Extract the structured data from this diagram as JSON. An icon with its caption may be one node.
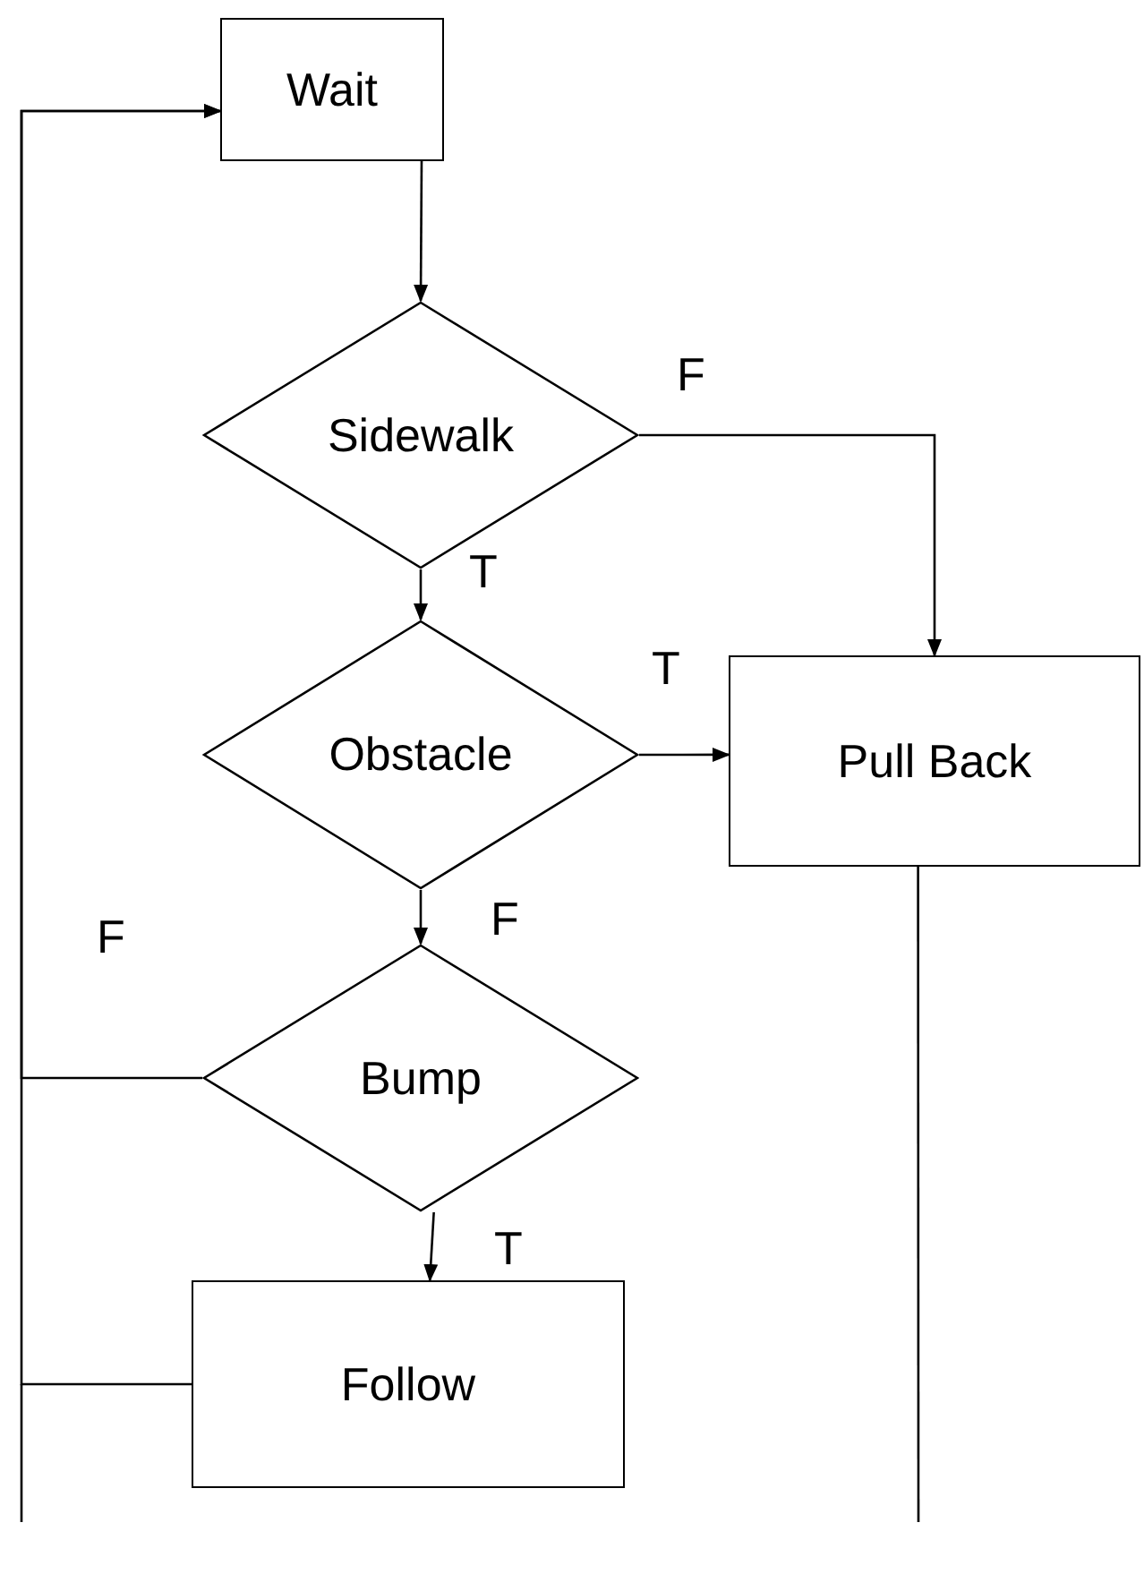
{
  "diagram": {
    "nodes": [
      {
        "text": [
          "Wait"
        ]
      },
      {
        "text": [
          "Sidewalk"
        ]
      },
      {
        "text": [
          "Obstacle"
        ]
      },
      {
        "text": [
          "Pull Back"
        ]
      },
      {
        "text": [
          "Bump"
        ]
      },
      {
        "text": [
          "Follow"
        ]
      }
    ],
    "edges": [
      {
        "from": 0,
        "to": 1,
        "arrow": "to"
      },
      {
        "from": 1,
        "to": 3,
        "arrow": "to",
        "label": "F"
      },
      {
        "from": 1,
        "to": 2,
        "arrow": "to",
        "label": "T"
      },
      {
        "from": 2,
        "to": 3,
        "arrow": "to",
        "label": "T"
      },
      {
        "from": 2,
        "to": 4,
        "arrow": "to",
        "label": "F"
      },
      {
        "from": 4,
        "to": 5,
        "arrow": "to",
        "label": "T"
      },
      {
        "from": 4,
        "to": 0,
        "arrow": "to",
        "label": "F"
      },
      {
        "from": 5,
        "to": 0,
        "arrow": "to"
      },
      {
        "from": 3,
        "to": null,
        "arrow": "none"
      }
    ]
  }
}
